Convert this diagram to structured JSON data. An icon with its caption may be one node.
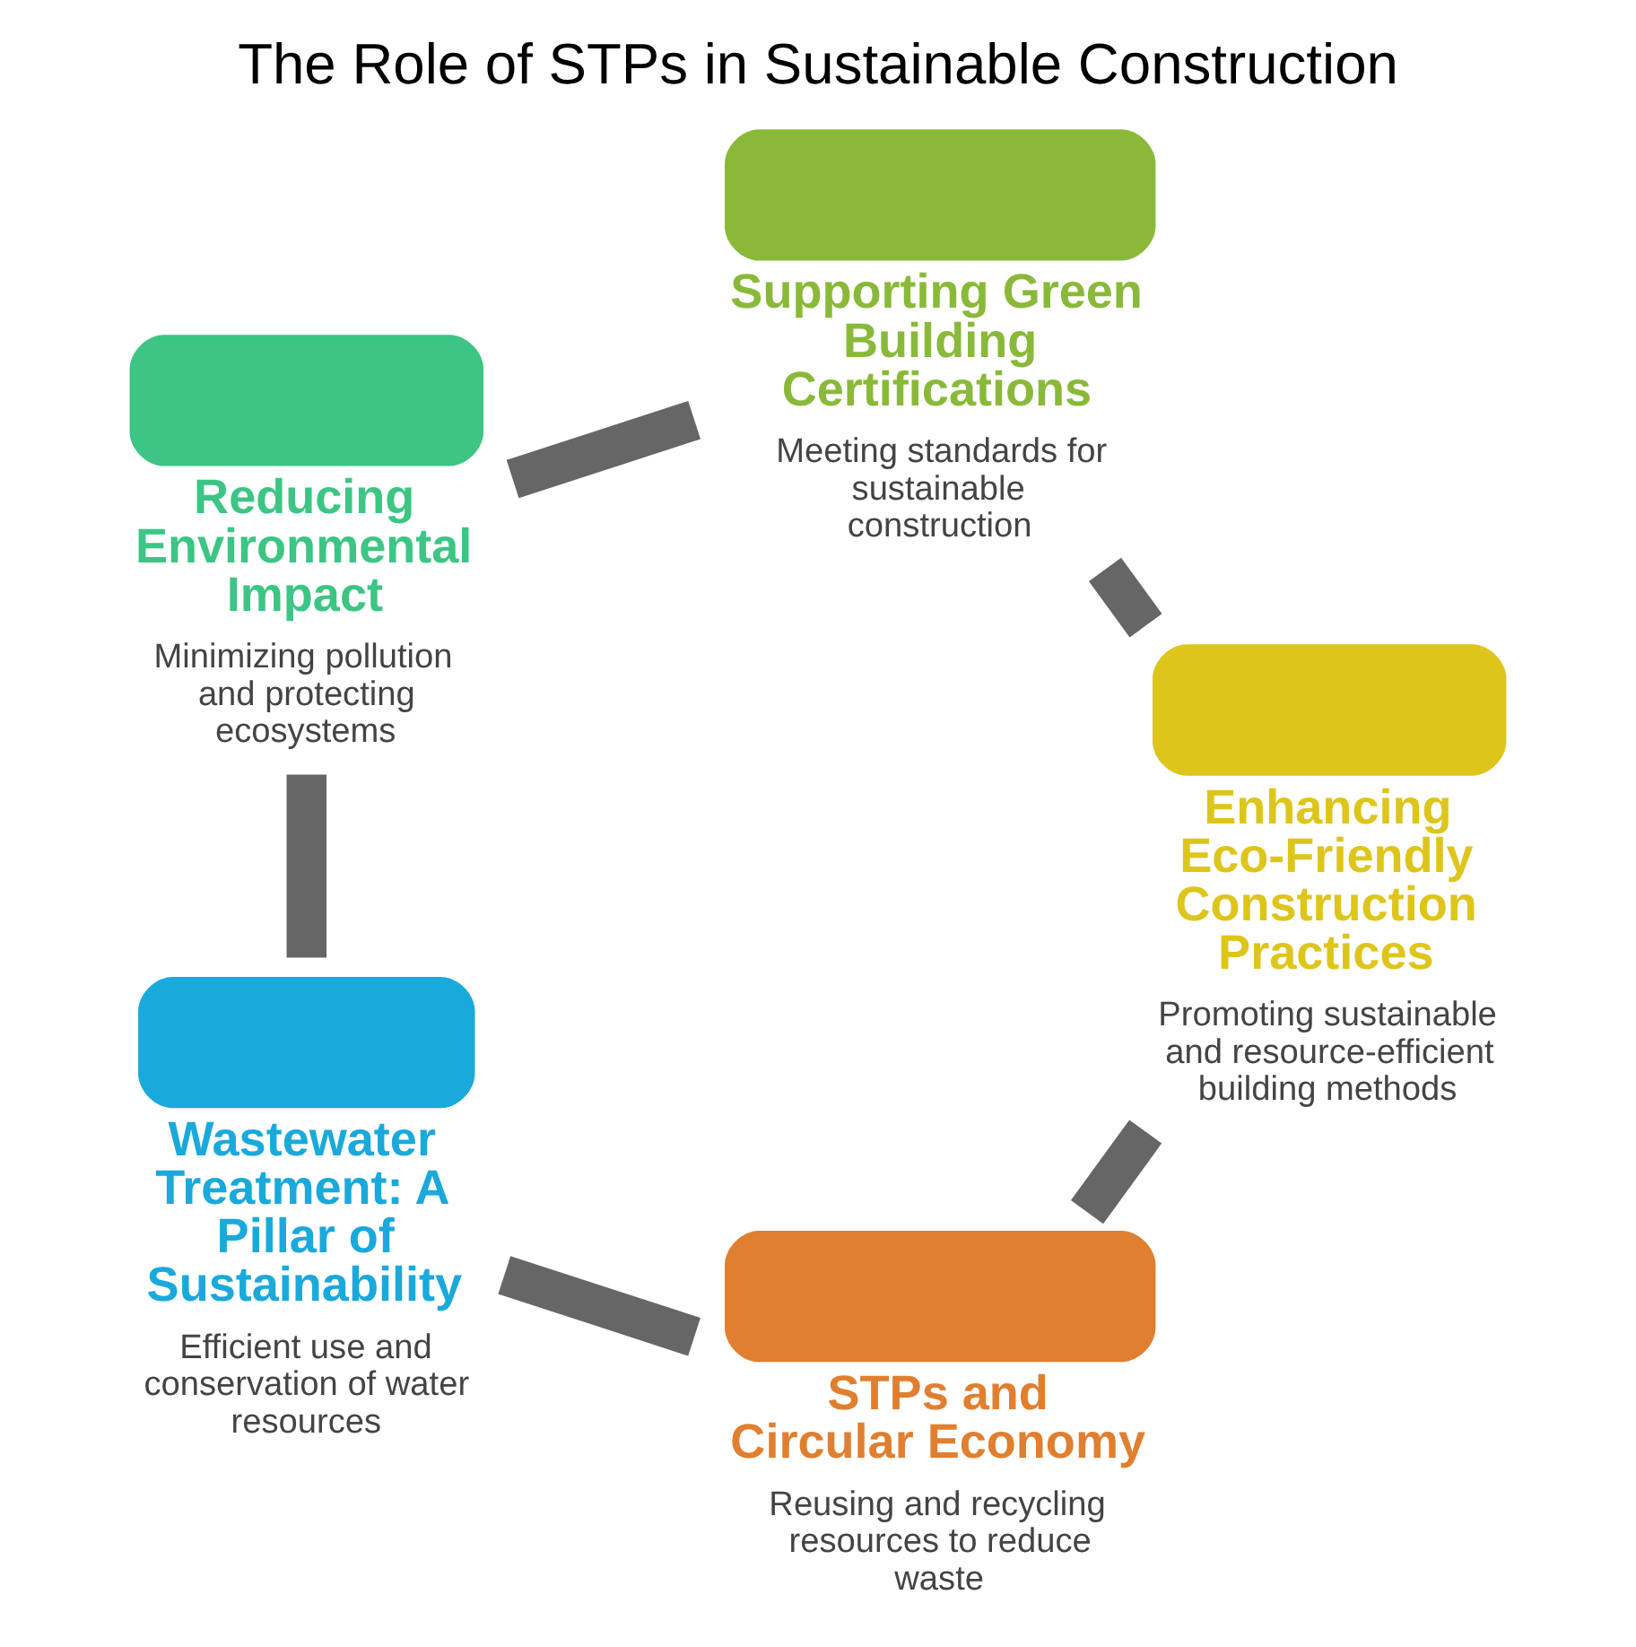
{
  "diagram": {
    "title": "The Role of STPs in Sustainable Construction",
    "nodes": [
      {
        "text": [
          "STPs and Circular Economy",
          "Reusing and recycling resources to reduce waste"
        ]
      },
      {
        "text": [
          "Wastewater Treatment: A Pillar of Sustainability",
          "Efficient use and conservation of water resources"
        ]
      },
      {
        "text": [
          "Reducing Environmental Impact",
          "Minimizing pollution and protecting ecosystems"
        ]
      },
      {
        "text": [
          "Supporting Green Building Certifications",
          "Meeting standards for sustainable construction"
        ]
      },
      {
        "text": [
          "Enhancing Eco-Friendly Construction Practices",
          "Promoting sustainable and resource-efficient building methods"
        ]
      }
    ],
    "edges": [
      {
        "from": 0,
        "to": 1,
        "arrow": "none"
      },
      {
        "from": 1,
        "to": 2,
        "arrow": "none"
      },
      {
        "from": 2,
        "to": 3,
        "arrow": "none"
      },
      {
        "from": 3,
        "to": 4,
        "arrow": "none"
      },
      {
        "from": 4,
        "to": 0,
        "arrow": "none"
      }
    ]
  }
}
